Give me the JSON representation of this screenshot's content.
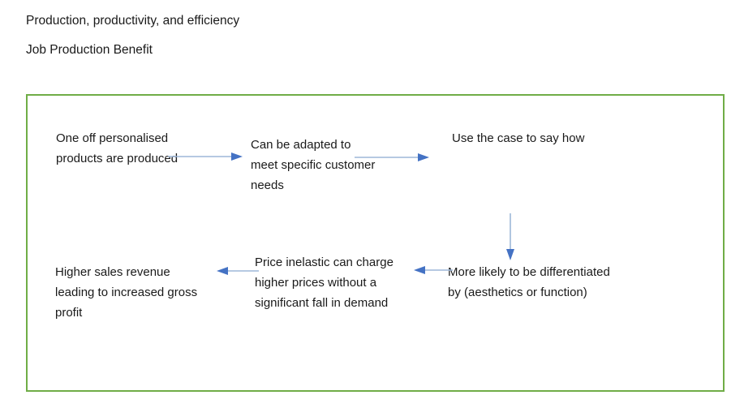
{
  "document": {
    "headings": [
      {
        "text": "Production, productivity, and efficiency"
      },
      {
        "text": "Job Production Benefit"
      }
    ],
    "frame": {
      "border_color": "#70AD47",
      "background_color": "#ffffff"
    },
    "flowchart": {
      "type": "flow-diagram",
      "arrow_line_color": "#9DB7D9",
      "arrow_head_color": "#4472C4",
      "nodes": [
        {
          "id": "one-off-products",
          "text": "One off personalised products are produced"
        },
        {
          "id": "adapted-to-needs",
          "text": "Can be adapted to meet specific customer needs"
        },
        {
          "id": "use-the-case",
          "text": "Use the case to say how"
        },
        {
          "id": "higher-sales",
          "text": "Higher sales revenue leading to increased gross profit"
        },
        {
          "id": "price-inelastic",
          "text": "Price inelastic can charge higher prices without a significant fall in demand"
        },
        {
          "id": "more-likely-differentiated",
          "text": "More likely to be differentiated by (aesthetics or function)"
        }
      ],
      "connectors": [
        {
          "id": "arrow-1",
          "from": "one-off-products",
          "to": "adapted-to-needs",
          "direction": "right"
        },
        {
          "id": "arrow-2",
          "from": "adapted-to-needs",
          "to": "use-the-case",
          "direction": "right"
        },
        {
          "id": "arrow-3",
          "from": "price-inelastic",
          "to": "higher-sales",
          "direction": "left"
        },
        {
          "id": "arrow-4",
          "from": "more-likely-differentiated",
          "to": "price-inelastic",
          "direction": "left"
        },
        {
          "id": "arrow-5",
          "from": "use-the-case",
          "to": "more-likely-differentiated",
          "direction": "down"
        }
      ]
    }
  }
}
